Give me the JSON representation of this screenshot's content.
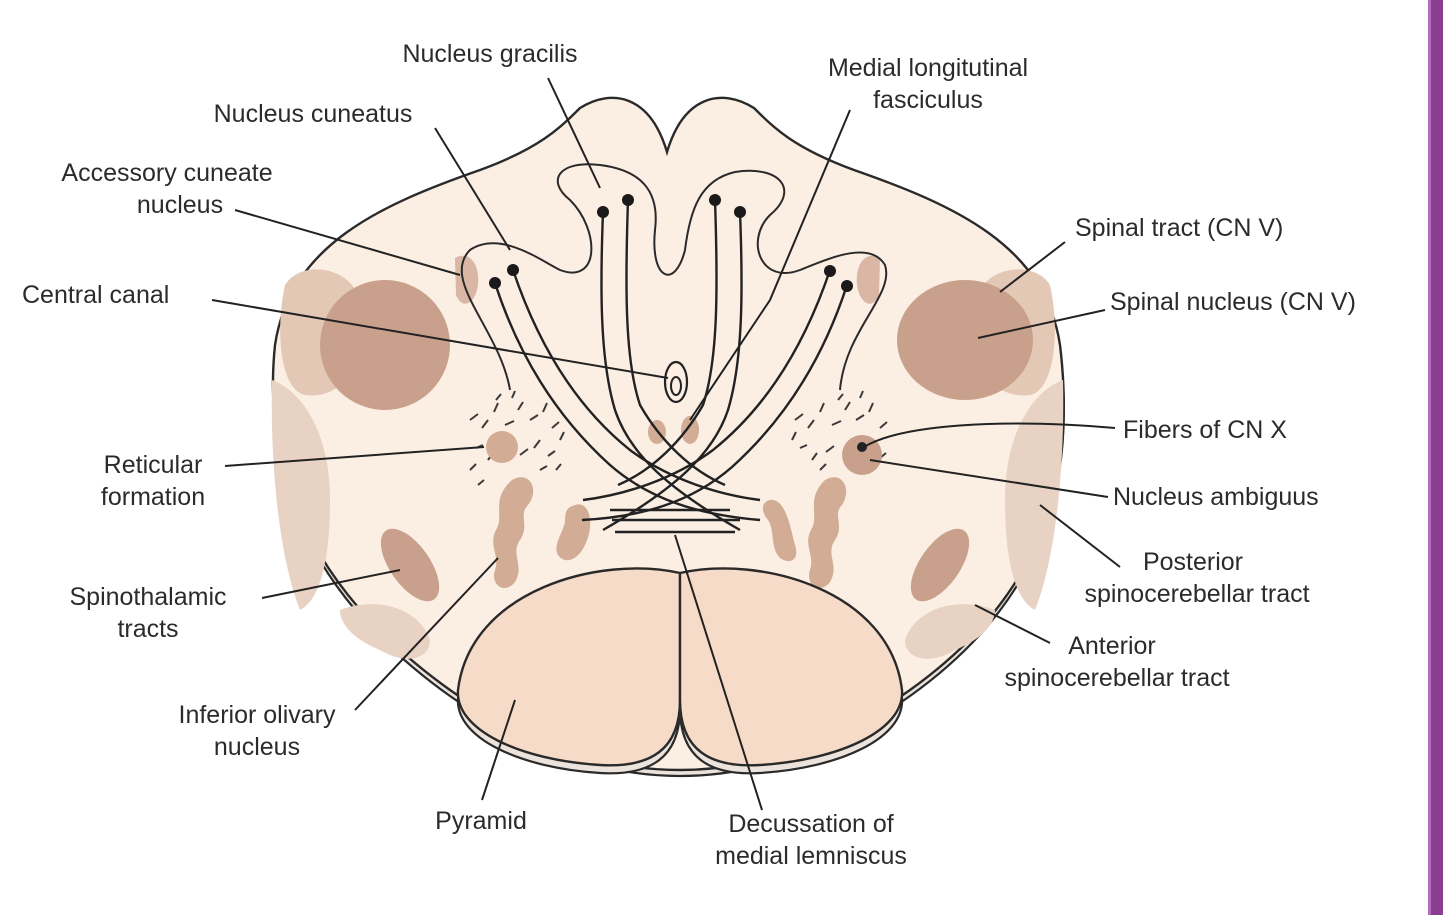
{
  "diagram": {
    "labels": {
      "nucleus_gracilis": "Nucleus gracilis",
      "medial_longitudinal_1": "Medial longitutinal",
      "medial_longitudinal_2": "fasciculus",
      "nucleus_cuneatus": "Nucleus cuneatus",
      "accessory_cuneate_1": "Accessory cuneate",
      "accessory_cuneate_2": "nucleus",
      "central_canal": "Central canal",
      "spinal_tract": "Spinal tract (CN V)",
      "spinal_nucleus": "Spinal nucleus (CN V)",
      "fibers_cn_x": "Fibers of CN X",
      "nucleus_ambiguus": "Nucleus ambiguus",
      "reticular_1": "Reticular",
      "reticular_2": "formation",
      "posterior_scb_1": "Posterior",
      "posterior_scb_2": "spinocerebellar tract",
      "spinothalamic_1": "Spinothalamic",
      "spinothalamic_2": "tracts",
      "anterior_scb_1": "Anterior",
      "anterior_scb_2": "spinocerebellar tract",
      "inferior_olivary_1": "Inferior olivary",
      "inferior_olivary_2": "nucleus",
      "pyramid": "Pyramid",
      "decussation_1": "Decussation of",
      "decussation_2": "medial lemniscus"
    },
    "colors": {
      "tissue": "#fbeee3",
      "pyramid_fill": "#f6dcc8",
      "nucleus_fill": "#d9b7a4",
      "dark_nucleus": "#c29d88",
      "outline": "#2a2a2a",
      "side_bar": "#8a3e92"
    }
  }
}
